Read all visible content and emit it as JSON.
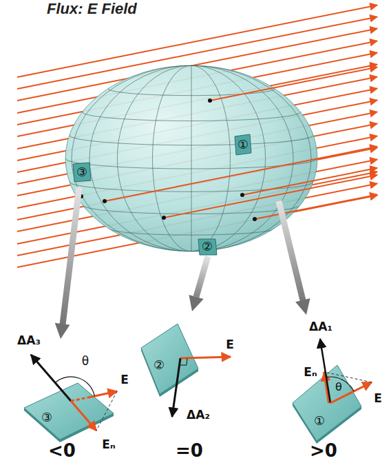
{
  "diagram": {
    "title": "Flux: E Field",
    "labels": [
      "①",
      "③",
      "②",
      "ΔA₃",
      "θ",
      "E",
      "③",
      "Eₙ",
      "②",
      "E",
      "ΔA₂",
      "ΔA₁",
      "Eₙ",
      "θ",
      "E",
      "①",
      "<0",
      "=0",
      ">0"
    ]
  }
}
